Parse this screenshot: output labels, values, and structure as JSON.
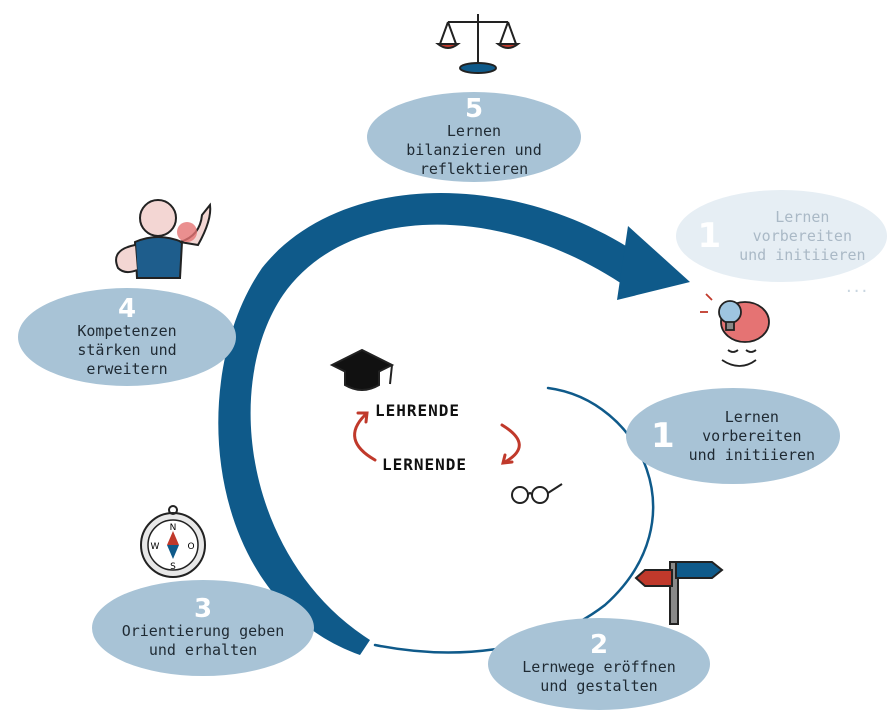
{
  "stages": {
    "s5": {
      "number": "5",
      "label": "Lernen\nbilanzieren und\nreflektieren",
      "icon": "scales-icon"
    },
    "s4": {
      "number": "4",
      "label": "Kompetenzen\nstärken und\nerweitern",
      "icon": "flexing-person-icon"
    },
    "s3": {
      "number": "3",
      "label": "Orientierung geben\nund erhalten",
      "icon": "compass-icon"
    },
    "s2": {
      "number": "2",
      "label": "Lernwege eröffnen\nund gestalten",
      "icon": "signpost-icon"
    },
    "s1": {
      "number": "1",
      "label": "Lernen\nvorbereiten\nund initiieren",
      "icon": "brain-lightbulb-icon"
    },
    "s1_ghost": {
      "number": "1",
      "label": "Lernen\nvorbereiten\nund initiieren"
    }
  },
  "compass_letters": {
    "n": "N",
    "o": "O",
    "s": "S",
    "w": "W"
  },
  "center": {
    "top_label": "LEHRENDE",
    "bottom_label": "LERNENDE",
    "icons": [
      "graduation-cap-icon",
      "glasses-icon",
      "cycle-arrows-icon"
    ]
  },
  "continuation": "...",
  "colors": {
    "arrow": "#0f5a8a",
    "ellipse": "#a8c3d6",
    "ghost_ellipse": "#e6eef4",
    "center_arrows": "#c0392b"
  }
}
